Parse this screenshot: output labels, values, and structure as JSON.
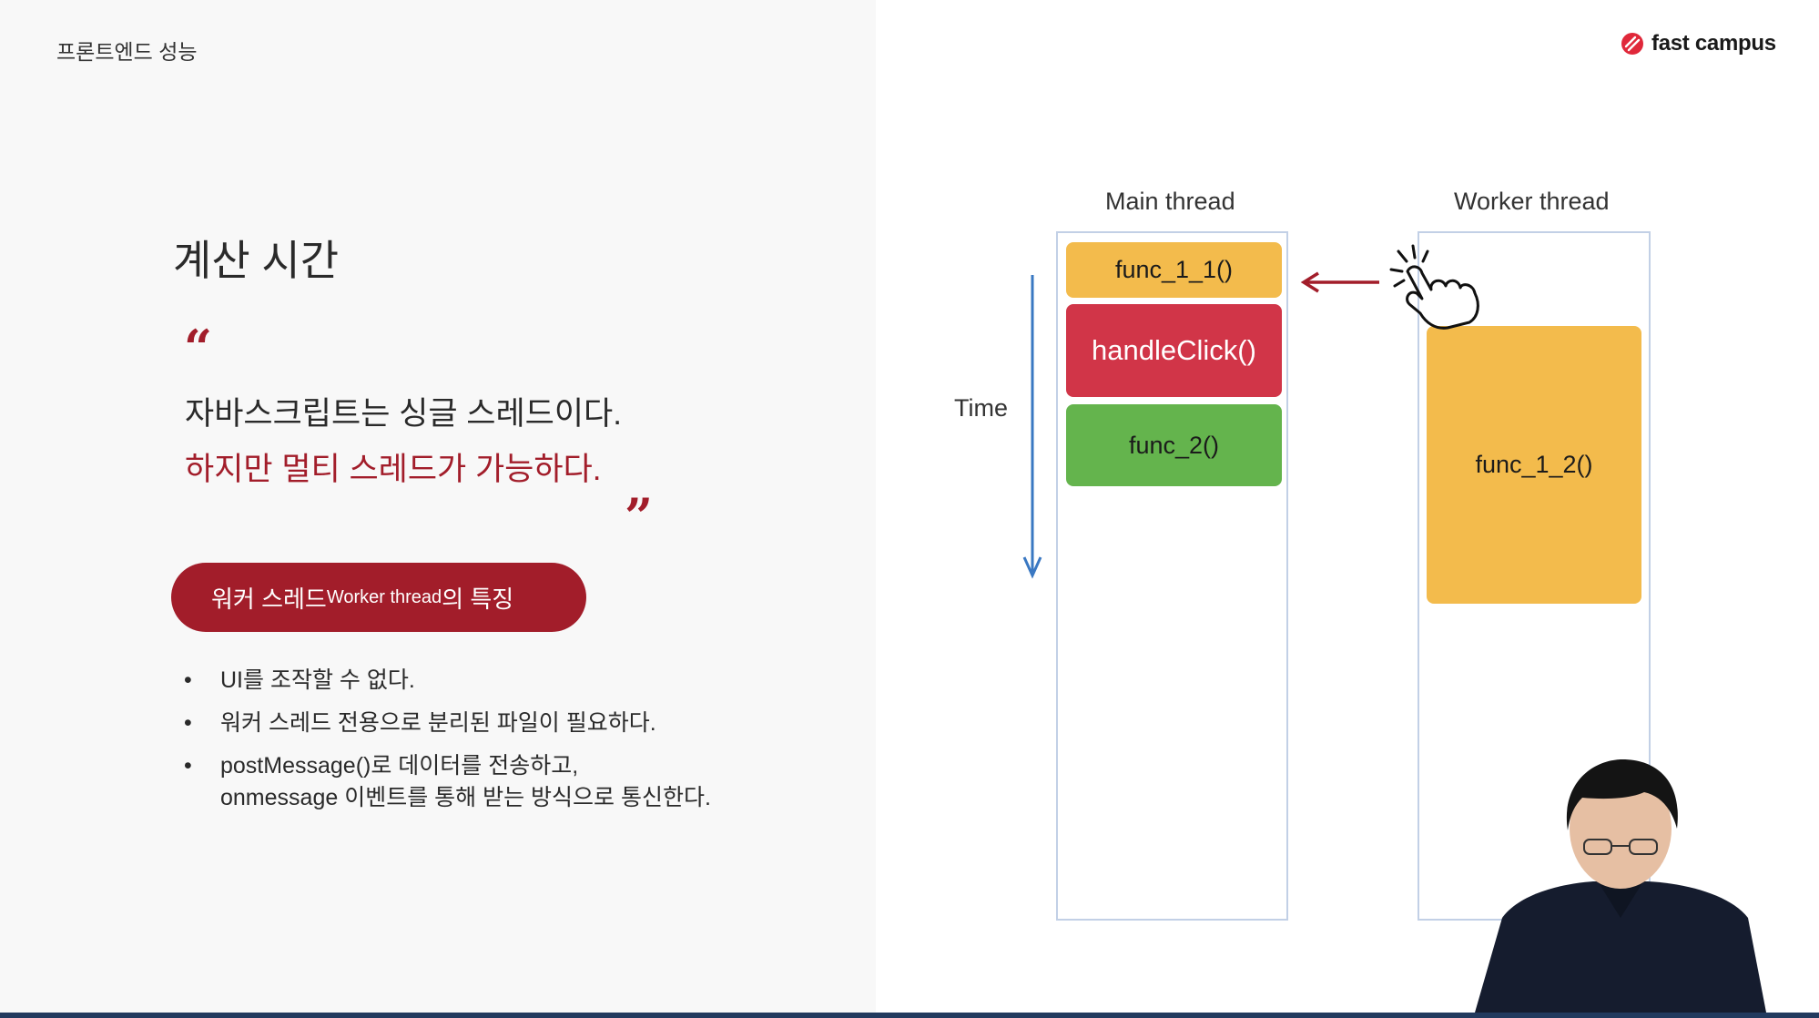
{
  "header": {
    "course_title": "프론트엔드 성능",
    "logo_text": "fast campus"
  },
  "slide": {
    "heading": "계산 시간",
    "quote_open": "“",
    "quote_close": "”",
    "quote_line1": "자바스크립트는 싱글 스레드이다.",
    "quote_line2": "하지만 멀티 스레드가 가능하다.",
    "pill": {
      "prefix": "워커 스레드",
      "english": "Worker thread",
      "suffix": "의 특징"
    },
    "bullets": [
      {
        "lines": [
          "UI를 조작할 수 없다."
        ]
      },
      {
        "lines": [
          "워커 스레드 전용으로 분리된 파일이 필요하다."
        ]
      },
      {
        "lines": [
          "postMessage()로 데이터를 전송하고,",
          "onmessage 이벤트를 통해 받는 방식으로 통신한다."
        ]
      }
    ]
  },
  "diagram": {
    "main_thread_label": "Main thread",
    "worker_thread_label": "Worker thread",
    "time_label": "Time",
    "main_tasks": [
      {
        "label": "func_1_1()",
        "color": "#f3bb4c"
      },
      {
        "label": "handleClick()",
        "color": "#d13548"
      },
      {
        "label": "func_2()",
        "color": "#64b44d"
      }
    ],
    "worker_tasks": [
      {
        "label": "func_1_2()",
        "color": "#f3bb4c"
      }
    ],
    "icons": [
      "hand-click-icon",
      "arrow-left-icon",
      "time-arrow-down-icon"
    ]
  },
  "colors": {
    "accent": "#a21d2a",
    "thread_border": "#c2d0e6",
    "time_arrow": "#3a78c2",
    "bottom_bar": "#223a5e"
  }
}
